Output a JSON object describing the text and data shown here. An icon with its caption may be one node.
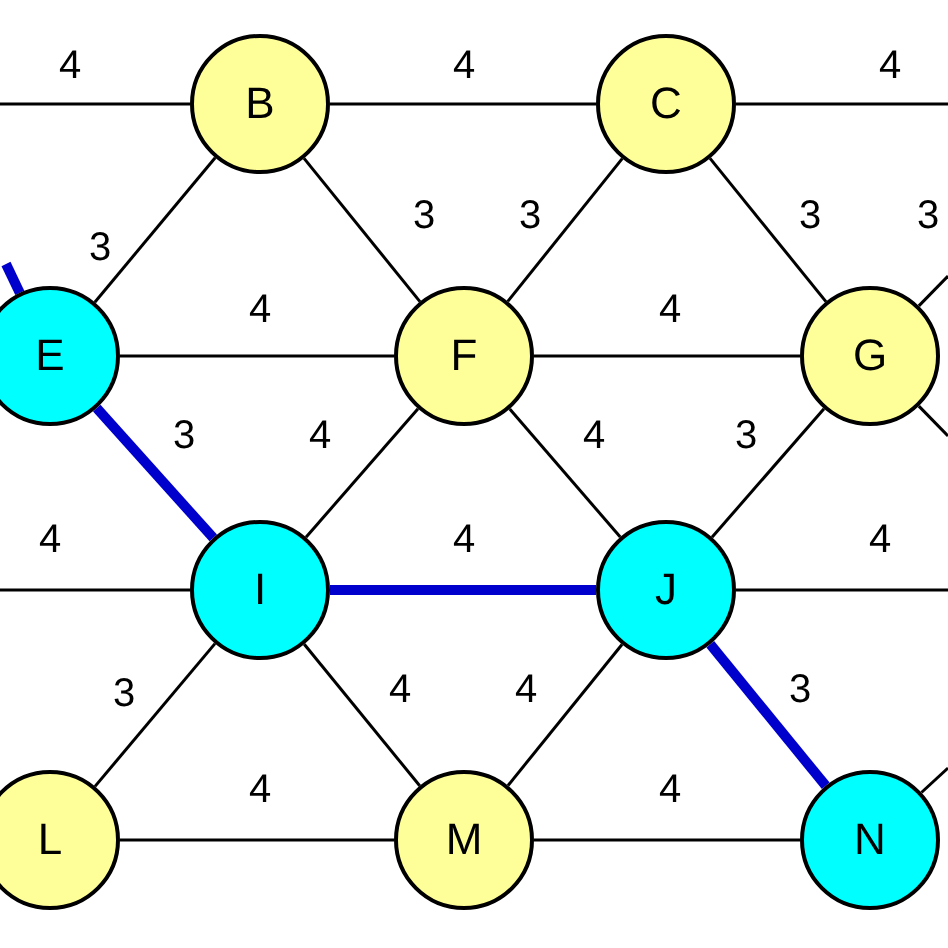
{
  "diagram": {
    "nodes": [
      {
        "text": [
          "B"
        ]
      },
      {
        "text": [
          "C"
        ]
      },
      {
        "text": [
          "E"
        ]
      },
      {
        "text": [
          "F"
        ]
      },
      {
        "text": [
          "G"
        ]
      },
      {
        "text": [
          "I"
        ]
      },
      {
        "text": [
          "J"
        ]
      },
      {
        "text": [
          "L"
        ]
      },
      {
        "text": [
          "M"
        ]
      },
      {
        "text": [
          "N"
        ]
      }
    ],
    "edges": [
      {
        "from": null,
        "to": 0,
        "arrow": "none",
        "label": "4"
      },
      {
        "from": 0,
        "to": 1,
        "arrow": "none",
        "label": "4"
      },
      {
        "from": 1,
        "to": null,
        "arrow": "none",
        "label": "4"
      },
      {
        "from": 0,
        "to": 2,
        "arrow": "none",
        "label": "3"
      },
      {
        "from": 0,
        "to": 3,
        "arrow": "none",
        "label": "3"
      },
      {
        "from": 1,
        "to": 3,
        "arrow": "none",
        "label": "3"
      },
      {
        "from": 1,
        "to": 4,
        "arrow": "none",
        "label": "3"
      },
      {
        "from": null,
        "to": 2,
        "arrow": "none",
        "style": "thick",
        "color": "#0000cc"
      },
      {
        "from": 2,
        "to": 3,
        "arrow": "none",
        "label": "4"
      },
      {
        "from": 3,
        "to": 4,
        "arrow": "none",
        "label": "4"
      },
      {
        "from": 4,
        "to": null,
        "arrow": "none",
        "label": "3"
      },
      {
        "from": 4,
        "to": null,
        "arrow": "none"
      },
      {
        "from": 2,
        "to": 5,
        "arrow": "none",
        "label": "3",
        "style": "thick",
        "color": "#0000cc"
      },
      {
        "from": 3,
        "to": 5,
        "arrow": "none",
        "label": "4"
      },
      {
        "from": 3,
        "to": 6,
        "arrow": "none",
        "label": "4"
      },
      {
        "from": 4,
        "to": 6,
        "arrow": "none",
        "label": "3"
      },
      {
        "from": null,
        "to": 5,
        "arrow": "none",
        "label": "4"
      },
      {
        "from": 5,
        "to": 6,
        "arrow": "none",
        "label": "4",
        "style": "thick",
        "color": "#0000cc"
      },
      {
        "from": 6,
        "to": null,
        "arrow": "none",
        "label": "4"
      },
      {
        "from": 5,
        "to": 7,
        "arrow": "none",
        "label": "3"
      },
      {
        "from": 5,
        "to": 8,
        "arrow": "none",
        "label": "4"
      },
      {
        "from": 6,
        "to": 8,
        "arrow": "none",
        "label": "4"
      },
      {
        "from": 6,
        "to": 9,
        "arrow": "none",
        "label": "3",
        "style": "thick",
        "color": "#0000cc"
      },
      {
        "from": 7,
        "to": 8,
        "arrow": "none",
        "label": "4"
      },
      {
        "from": 8,
        "to": 9,
        "arrow": "none",
        "label": "4"
      },
      {
        "from": 9,
        "to": null,
        "arrow": "none"
      }
    ]
  }
}
